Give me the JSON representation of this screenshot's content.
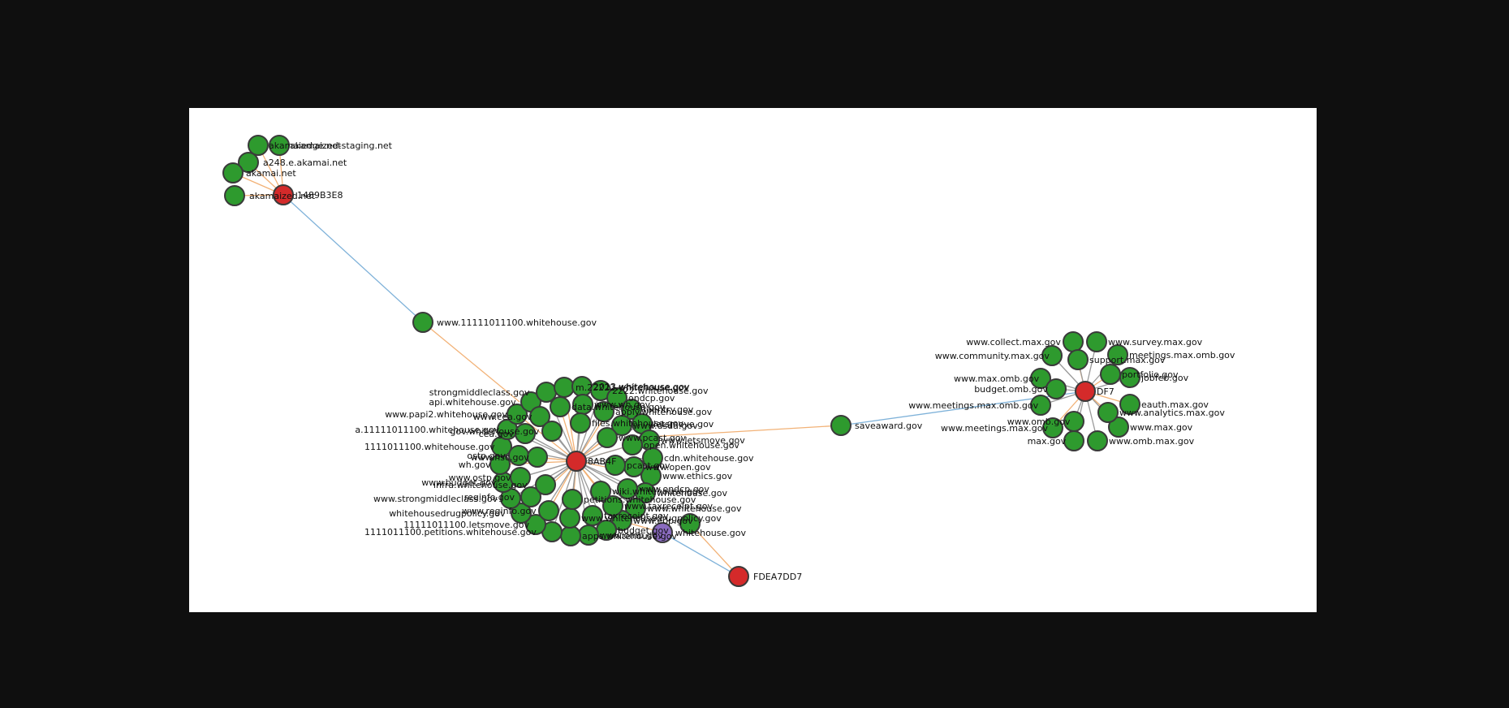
{
  "colors": {
    "page_bg": "#0f0f0f",
    "canvas_bg": "#ffffff",
    "domain_node": "#2e9a2e",
    "hub_node": "#d42a2a",
    "ip_node": "#8a6bbf",
    "edge_blue": "#7fb2d9",
    "edge_orange": "#f2b277",
    "edge_gray": "#9a9a9a"
  },
  "hubs": {
    "akamai": "1489B3E8",
    "whitehouse": "8AB4F",
    "max": "DF7",
    "fdea": "FDEA7DD7"
  },
  "labels": {
    "akamai": [
      "akamaiedge.net",
      "akamaized-staging.net",
      "a248.e.akamai.net",
      "akamai.net",
      "akamaized.net"
    ],
    "bridges": [
      "www.11111011100.whitehouse.gov",
      "saveaward.gov"
    ],
    "whitehouse": [
      "www.ethics.gov",
      "whitehouse.gov",
      "www.whitehouse.gov",
      "www.eop.gov",
      "budget.gov",
      "www.omb.gov",
      "apps.whitehouse.gov",
      "1111011100.petitions.whitehouse.gov",
      "11111011100.letsmove.gov",
      "whitehousedrugpolicy.gov",
      "www.strongmiddleclass.gov",
      "www.budget.gov",
      "wh.gov",
      "1111011100.whitehouse.gov",
      "a.11111011100.whitehouse.gov",
      "www.papi2.whitehouse.gov",
      "api.whitehouse.gov",
      "strongmiddleclass.gov",
      "m.22222.whitehouse.gov",
      "2013.whitehouse.gov",
      "2222.whitehouse.gov",
      "ondcp.gov",
      "reentry.gov",
      "letsmove.gov",
      "www.letsmove.gov",
      "cdn.whitehouse.gov",
      "www.ondcp.gov",
      "www.taxreceipt.gov",
      "taxreceipt.gov",
      "www.whitehousedrugpolicy.gov",
      "www.reginfo.gov",
      "reginfo.gov",
      "www.ostp.gov",
      "ostp.gov",
      "cea.gov",
      "www.cea.gov",
      "data.whitehouse.gov",
      "www.wh.gov",
      "apply.whitehouse.gov",
      "www.usda.gov",
      "open.whitehouse.gov",
      "www.open.gov",
      "wiki.whitehouse.gov",
      "petitions.whitehouse.gov",
      "infra.whitehouse.gov",
      "www.nsc.gov",
      "gov.whitehouse.gov",
      "files.whitehouse.gov",
      "www.pcast.gov",
      "pcast.gov"
    ],
    "fdea_ip": "whitehouse.gov",
    "max": [
      "eauth.max.gov",
      "www.max.gov",
      "www.omb.max.gov",
      "max.gov",
      "www.meetings.max.gov",
      "www.meetings.max.omb.gov",
      "www.max.omb.gov",
      "www.community.max.gov",
      "www.collect.max.gov",
      "www.survey.max.gov",
      "meetings.max.omb.gov",
      "jobfeb.gov",
      "www.analytics.max.gov",
      "www.omb.gov",
      "budget.omb.gov",
      "support.max.gov",
      "portfolio.gov"
    ]
  }
}
